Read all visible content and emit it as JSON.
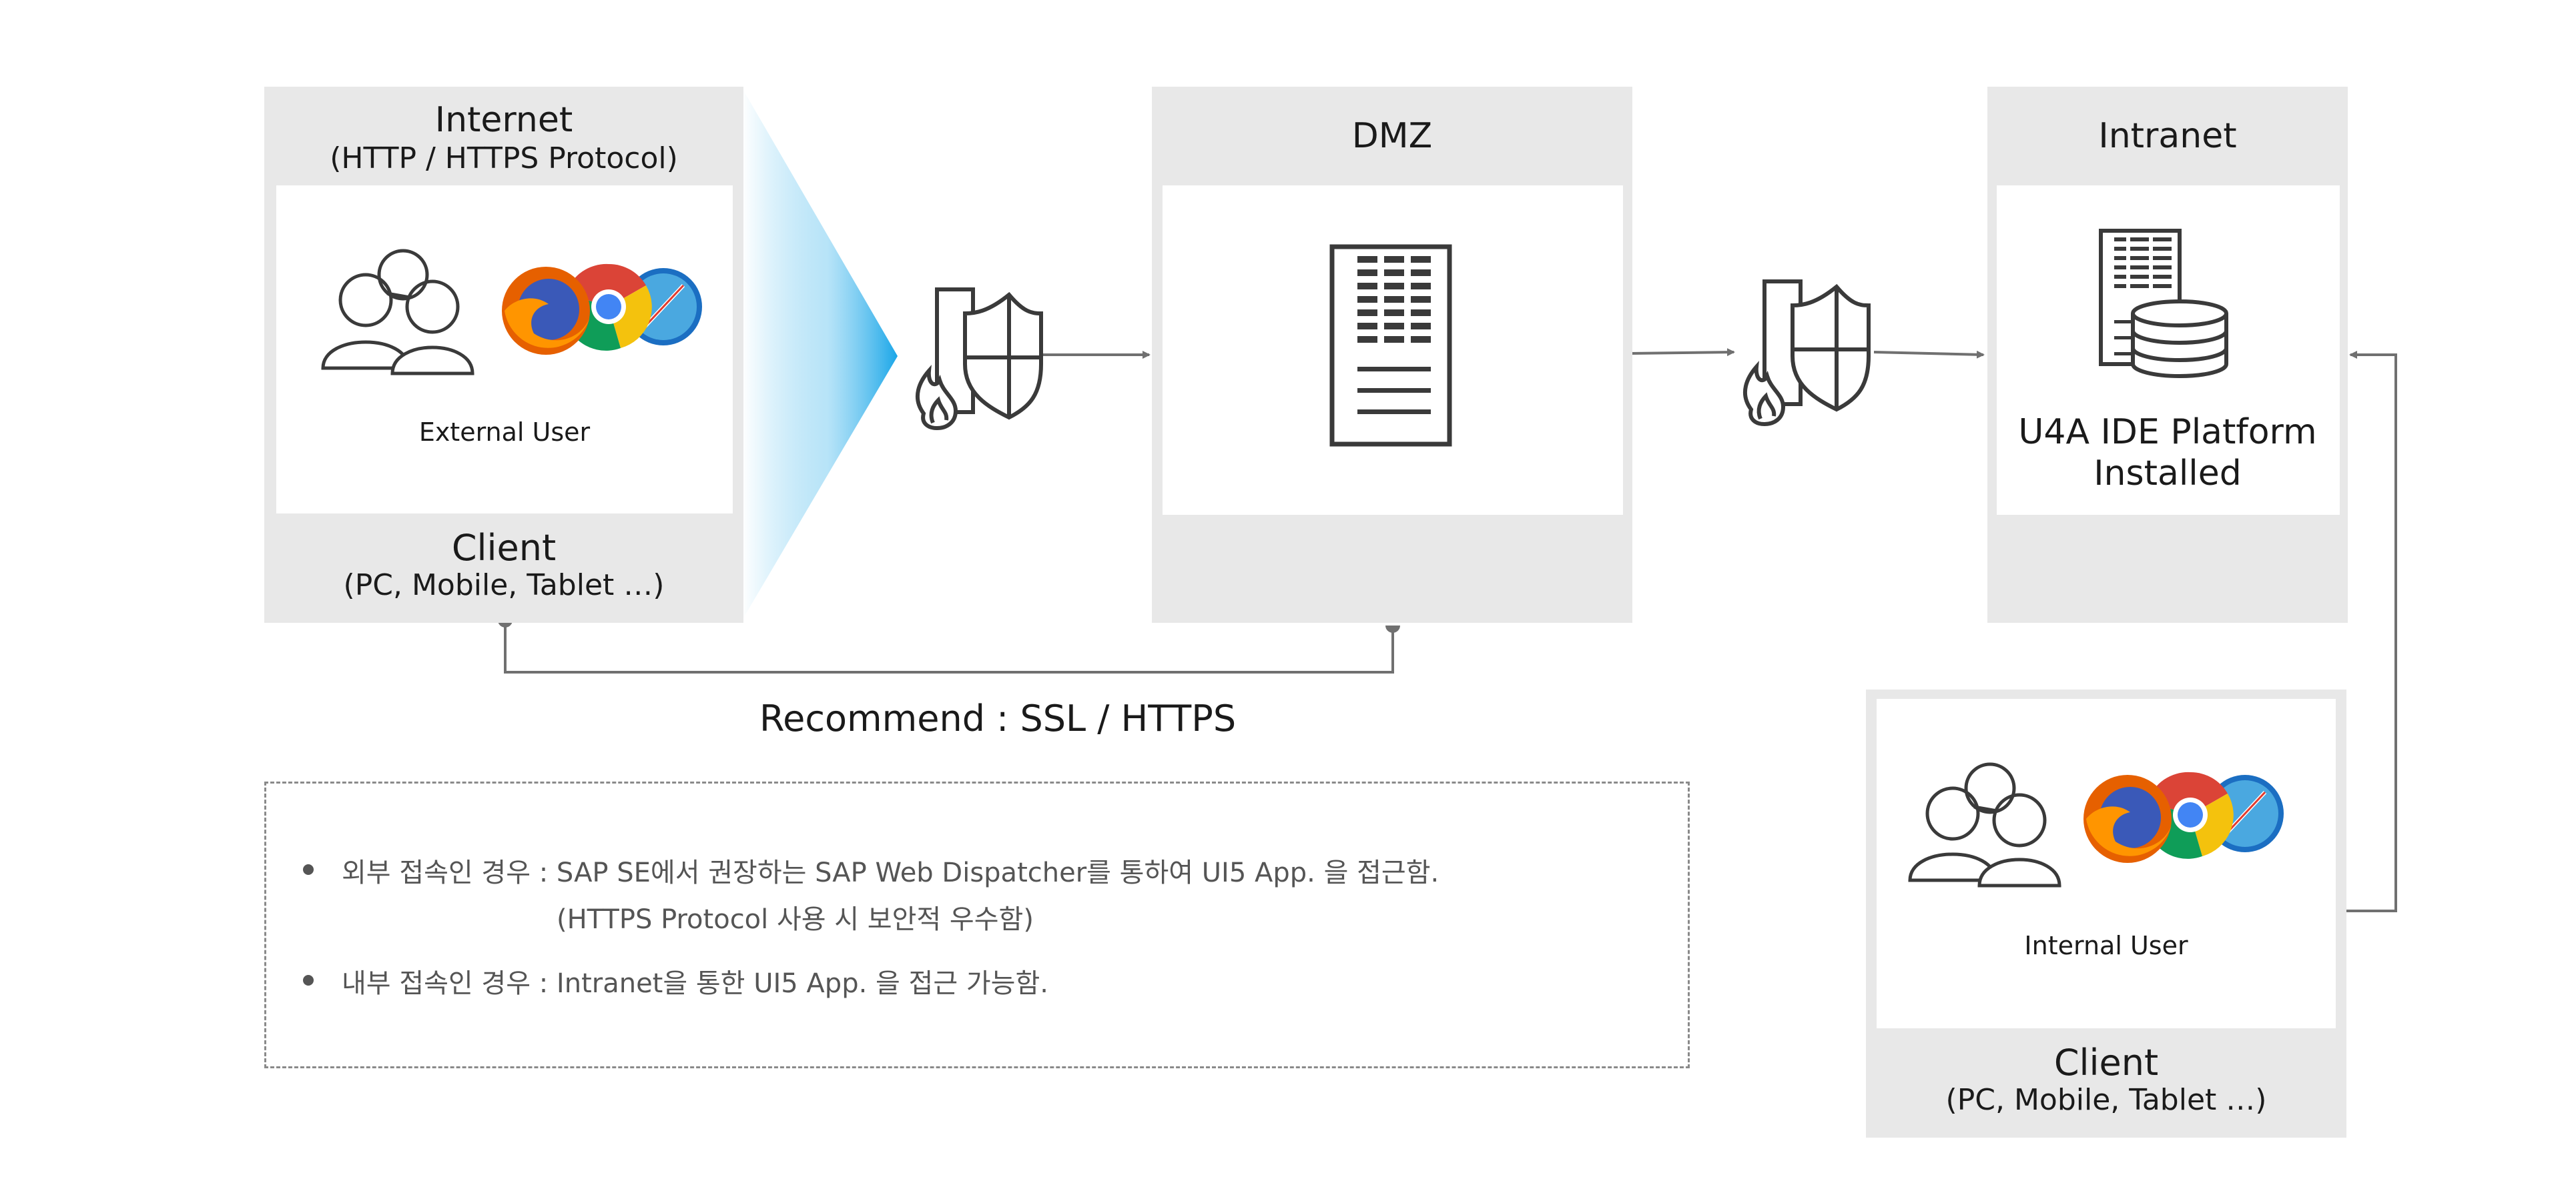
{
  "zones": {
    "internet": {
      "title": "Internet",
      "subtitle": "(HTTP / HTTPS Protocol)",
      "user_label": "External User",
      "client_title": "Client",
      "client_subtitle": "(PC, Mobile, Tablet …)"
    },
    "dmz": {
      "title": "DMZ"
    },
    "intranet": {
      "title": "Intranet",
      "platform_line1": "U4A IDE Platform",
      "platform_line2": "Installed"
    },
    "internal_client": {
      "user_label": "Internal User",
      "client_title": "Client",
      "client_subtitle": "(PC, Mobile, Tablet …)"
    }
  },
  "recommend": "Recommend : SSL / HTTPS",
  "notes": {
    "external_line1": "외부 접속인 경우 : SAP SE에서 권장하는 SAP Web Dispatcher를 통하여 UI5 App. 을 접근함.",
    "external_line2": "(HTTPS Protocol 사용 시 보안적 우수함)",
    "internal_line1": "내부 접속인 경우 : Intranet을 통한 UI5 App. 을 접근 가능함."
  },
  "icons": {
    "users": "users-group-icon",
    "browsers": "browsers-icon",
    "firewall": "firewall-shield-icon",
    "server": "server-rack-icon",
    "database": "database-server-icon"
  },
  "colors": {
    "zone_bg": "#e8e8e8",
    "line": "#707070",
    "icon_stroke": "#3a3a3a",
    "beam": "#35b2ea"
  }
}
